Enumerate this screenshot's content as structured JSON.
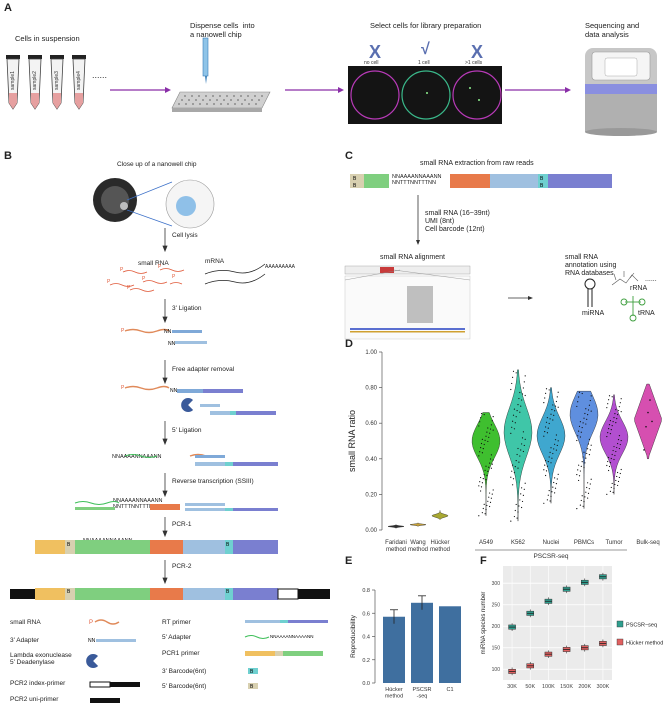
{
  "panels": {
    "A": {
      "letter": "A",
      "steps": [
        "Cells in suspension",
        "Dispense cells  into\na nanowell chip",
        "Select cells for library preparation",
        "Sequencing and\ndata analysis"
      ],
      "tube_labels": [
        "sample1",
        "sample2",
        "sample3",
        "sample4"
      ],
      "ellipsis": "......",
      "well_labels": [
        "no cell",
        "1 cell",
        ">1 cells"
      ]
    },
    "B": {
      "letter": "B",
      "closeup": "Close up of a  nanowell chip",
      "cell_lysis": "Cell lysis",
      "small_rna": "small RNA",
      "mrna": "mRNA",
      "p": "P",
      "ligation3": "3' Ligation",
      "nn": "NN",
      "free_adapter": "Free adapter removal",
      "ligation5": "5' Ligation",
      "seq_top": "NNAAAANNAAANN",
      "rt": "Reverse transcription (SSIII)",
      "seq_rt": "NNAAAANNAAANN\nNNTTTNNTTTNN",
      "pcr1": "PCR-1",
      "seq_pcr1": "NNAAAANNAAANN\nNNTTTNNTTTNN",
      "pcr2": "PCR-2",
      "seq_pcr2": "NNAAAANNAAANN\nNNTTTNNTTTNN",
      "b": "B",
      "legend": {
        "small_rna": "small RNA",
        "adapter3": "3' Adapter",
        "lambda": "Lambda exonuclease\n5' Deadenylase",
        "pcr2_index": "PCR2 index-primer",
        "pcr2_uni": "PCR2 uni-primer",
        "rt_primer": "RT primer",
        "adapter5": "5' Adapter",
        "pcr1_primer": "PCR1 primer",
        "barcode3": "3' Barcode(6nt)",
        "barcode5": "5' Barcode(6nt)",
        "nn_adapter": "NNAAAANNAAAANN"
      }
    },
    "C": {
      "letter": "C",
      "extraction": "small RNA extraction from raw reads",
      "seq": "NNAAAANNAAANN\nNNTTTNNTTTNN",
      "specs": "small RNA (16~39nt)\nUMI (8nt)\nCell barcode (12nt)",
      "alignment": "small RNA alignment",
      "annotation": "small RNA\nannotation using\nRNA databases",
      "mirna": "miRNA",
      "trna": "tRNA",
      "rrna": "rRNA",
      "dots": "......"
    },
    "D": {
      "letter": "D"
    },
    "E": {
      "letter": "E"
    },
    "F": {
      "letter": "F"
    }
  },
  "chart_data": [
    {
      "type": "violin",
      "panel": "D",
      "ylabel": "small RNA ratio",
      "ylim": [
        0,
        1.0
      ],
      "yticks": [
        0.0,
        0.2,
        0.4,
        0.6,
        0.8,
        1.0
      ],
      "categories": [
        "Faridani\nmethod",
        "Wang\nmethod",
        "Hücker\nmethod",
        "A549",
        "K562",
        "Nuclei",
        "PBMCs",
        "Tumor",
        "Bulk-seq"
      ],
      "group_label": "PSCSR-seq",
      "colors": [
        "#2f2f2f",
        "#c8a23a",
        "#a8a832",
        "#3fbf2f",
        "#3fc6a8",
        "#3fa7cf",
        "#5f8fdf",
        "#b24fd0",
        "#d64fb0"
      ],
      "medians": [
        0.02,
        0.03,
        0.08,
        0.5,
        0.55,
        0.53,
        0.65,
        0.52,
        0.62
      ],
      "ranges": [
        [
          0.01,
          0.03
        ],
        [
          0.02,
          0.04
        ],
        [
          0.06,
          0.11
        ],
        [
          0.08,
          0.66
        ],
        [
          0.05,
          0.9
        ],
        [
          0.15,
          0.8
        ],
        [
          0.12,
          0.78
        ],
        [
          0.2,
          0.76
        ],
        [
          0.4,
          0.82
        ]
      ]
    },
    {
      "type": "bar",
      "panel": "E",
      "ylabel": "Reproducibility",
      "ylim": [
        0,
        0.8
      ],
      "yticks": [
        0.0,
        0.2,
        0.4,
        0.6,
        0.8
      ],
      "categories": [
        "Hücker\nmethod",
        "PSCSR\n-seq",
        "C1"
      ],
      "values": [
        0.57,
        0.69,
        0.66
      ],
      "errors": [
        0.06,
        0.06,
        0
      ],
      "color": "#3f6f9f"
    },
    {
      "type": "box",
      "panel": "F",
      "ylabel": "miRNA species number",
      "ylim": [
        75,
        340
      ],
      "yticks": [
        100,
        150,
        200,
        250,
        300
      ],
      "categories": [
        "30K",
        "50K",
        "100K",
        "150K",
        "200K",
        "300K"
      ],
      "series": [
        {
          "name": "PSCSR−seq",
          "color": "#2f9f8f",
          "values": [
            198,
            230,
            258,
            286,
            302,
            315
          ]
        },
        {
          "name": "Hücker method",
          "color": "#e06060",
          "values": [
            95,
            108,
            135,
            146,
            150,
            160
          ]
        }
      ]
    }
  ]
}
